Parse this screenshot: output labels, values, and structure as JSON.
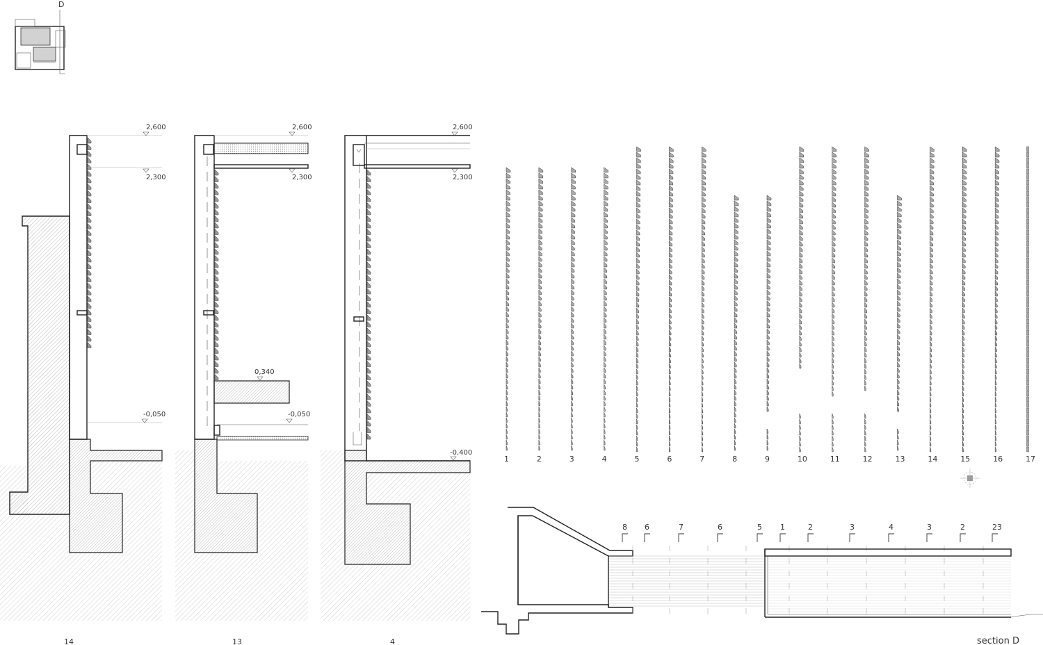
{
  "sheet": {
    "key_plan_label": "D",
    "section_title": "section D"
  },
  "details": [
    {
      "label": "14",
      "levels": {
        "top": "2,600",
        "ceiling": "2,300",
        "floor": "-0,050"
      }
    },
    {
      "label": "13",
      "levels": {
        "top": "2,600",
        "ceiling": "2,300",
        "bench": "0,340",
        "floor": "-0,050"
      }
    },
    {
      "label": "4",
      "levels": {
        "top": "2,600",
        "ceiling": "2,300",
        "floor": "-0,400"
      }
    }
  ],
  "elevation": {
    "columns": [
      "1",
      "2",
      "3",
      "4",
      "5",
      "6",
      "7",
      "8",
      "9",
      "10",
      "11",
      "12",
      "13",
      "14",
      "15",
      "16",
      "17"
    ]
  },
  "section": {
    "markers": [
      "8",
      "6",
      "7",
      "6",
      "5",
      "1",
      "2",
      "3",
      "4",
      "3",
      "2",
      "23"
    ]
  },
  "colors": {
    "line": "#222222",
    "hatch": "#9a9a9a",
    "fill_grey": "#cfcfcf"
  }
}
